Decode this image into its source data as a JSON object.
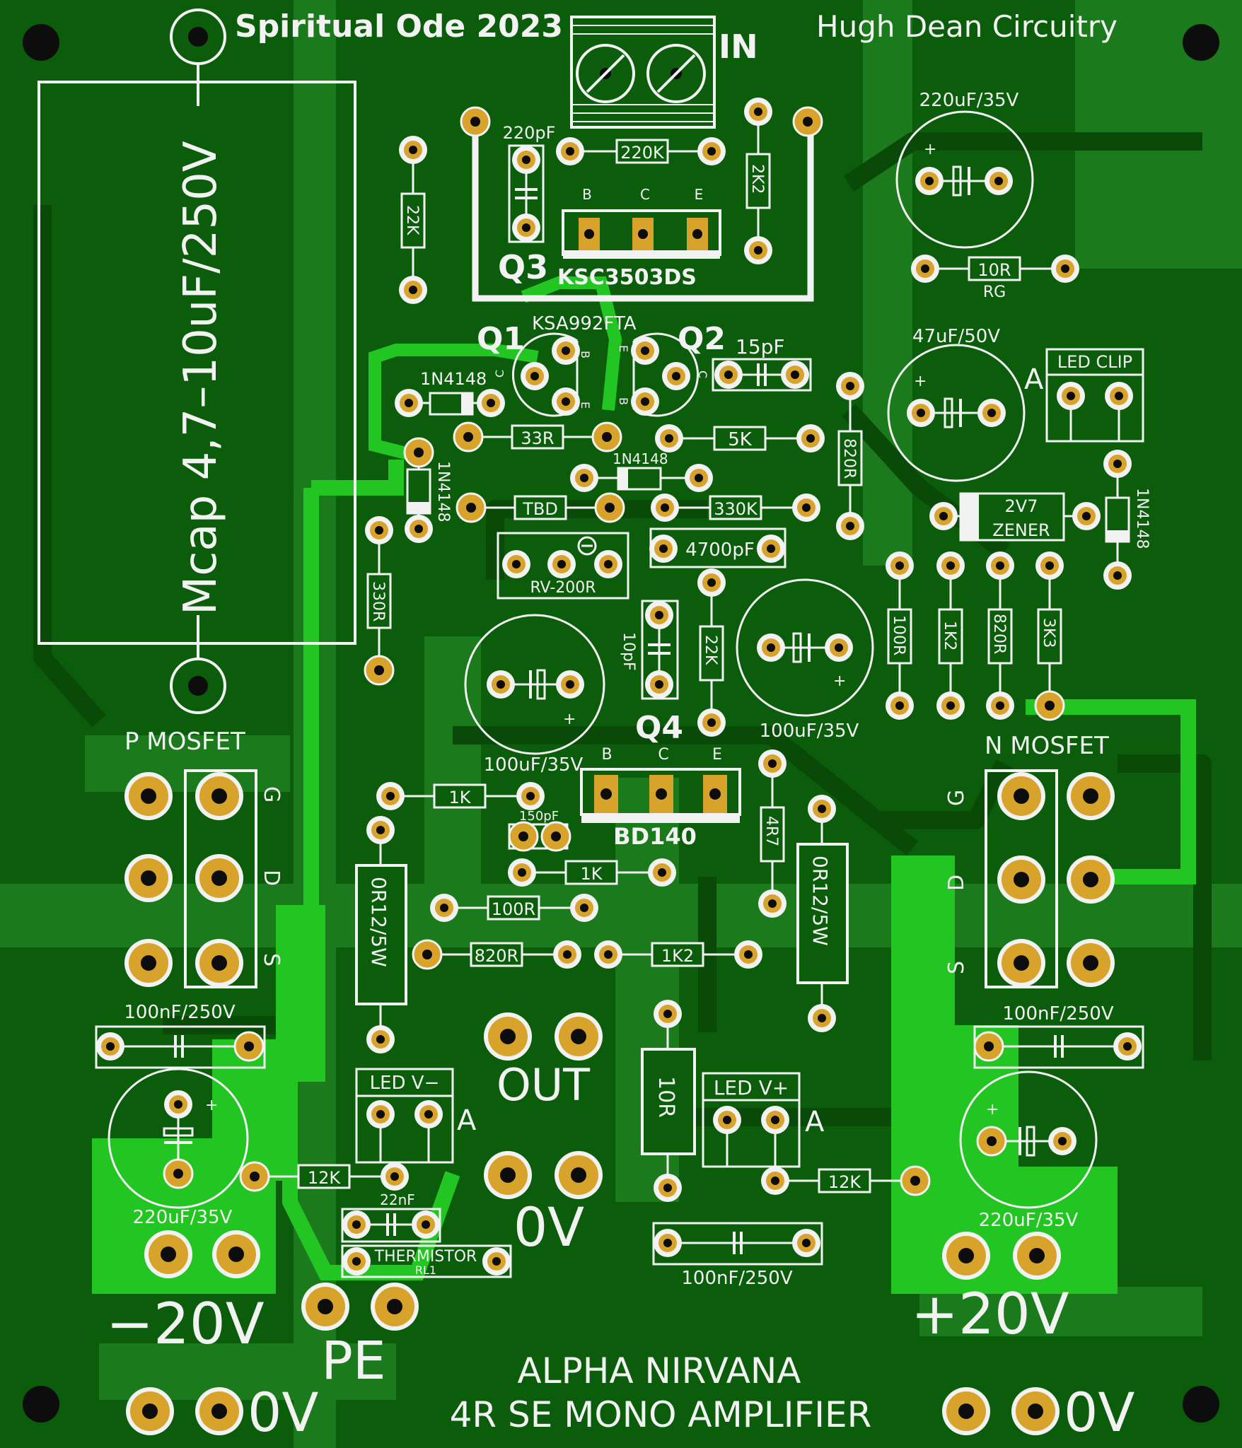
{
  "colors": {
    "board": "#0b5d0b",
    "copper": "#1b7a1b",
    "trace_dark": "#094a09",
    "highlight": "#22c522",
    "silk": "#f2f2f2",
    "pad_gold": "#d7a32a",
    "hole": "#0d0d0d"
  },
  "board": {
    "title": "Spiritual Ode 2023",
    "maker": "Hugh Dean Circuitry",
    "name_line1": "ALPHA NIRVANA",
    "name_line2": "4R SE MONO AMPLIFIER"
  },
  "connectors": {
    "in": "IN",
    "out": "OUT",
    "ov_center": "0V",
    "pe": "PE",
    "minus20": "−20V",
    "plus20": "+20V",
    "ov_left": "0V",
    "ov_right": "0V"
  },
  "labels": {
    "mcap": "Mcap 4,7–10uF/250V",
    "q1": "Q1",
    "q2": "Q2",
    "q3": "Q3",
    "q4": "Q4",
    "ksc": "KSC3503DS",
    "ksa": "KSA992FTA",
    "bd140": "BD140",
    "p_mosfet": "P MOSFET",
    "n_mosfet": "N MOSFET",
    "g": "G",
    "d": "D",
    "s": "S",
    "b": "B",
    "c": "C",
    "e": "E",
    "led_clip": "LED CLIP",
    "led_vminus": "LED V−",
    "led_vplus": "LED V+",
    "anode": "A",
    "zener_value": "2V7",
    "zener_label": "ZENER",
    "rv": "RV-200R",
    "thermistor": "THERMISTOR",
    "rl1": "RL1",
    "rg": "RG"
  },
  "resistors": {
    "r220k": "220K",
    "r2k2": "2K2",
    "r22k_top": "22K",
    "r10r_rg": "10R",
    "r33r": "33R",
    "r5k": "5K",
    "r820r_v": "820R",
    "rtbd": "TBD",
    "r330k": "330K",
    "r330r": "330R",
    "r22k_mid": "22K",
    "r100r_v": "100R",
    "r1k2_v": "1K2",
    "r820r_v2": "820R",
    "r3k3": "3K3",
    "r1k_a": "1K",
    "r1k_b": "1K",
    "r100r_h": "100R",
    "r820r_h": "820R",
    "r1k2_h": "1K2",
    "r4r7": "4R7",
    "r0r12_l": "0R12/5W",
    "r0r12_r": "0R12/5W",
    "r10r_big": "10R",
    "r12k_l": "12K",
    "r12k_r": "12K"
  },
  "capacitors": {
    "c220pf": "220pF",
    "c15pf": "15pF",
    "c4700pf": "4700pF",
    "c10pf": "10pF",
    "c150pf": "150pF",
    "c22nf": "22nF",
    "c220uf_top": "220uF/35V",
    "c47uf": "47uF/50V",
    "c100uf_l": "100uF/35V",
    "c100uf_r": "100uF/35V",
    "c100nf_l": "100nF/250V",
    "c100nf_r": "100nF/250V",
    "c100nf_b": "100nF/250V",
    "c220uf_bl": "220uF/35V",
    "c220uf_br": "220uF/35V",
    "plus": "+"
  },
  "diodes": {
    "d1": "1N4148",
    "d2": "1N4148",
    "d3": "1N4148",
    "d4": "1N4148"
  }
}
